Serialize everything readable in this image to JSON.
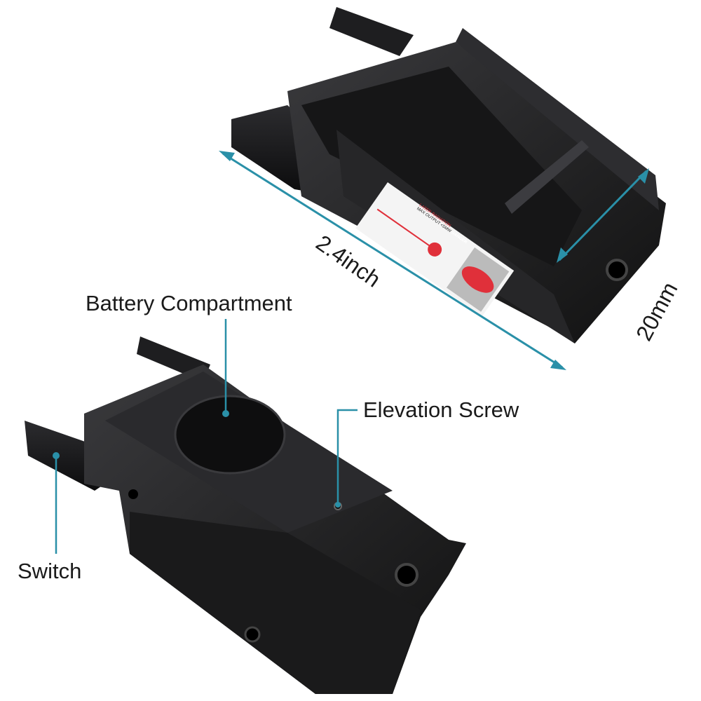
{
  "dimensions": {
    "length": "2.4inch",
    "width": "20mm"
  },
  "callouts": {
    "battery": "Battery Compartment",
    "elevation": "Elevation Screw",
    "switch": "Switch"
  },
  "product_label": {
    "warning": "DANGER",
    "output": "MAX OUTPUT <5MW",
    "radiation": "LASER RADIATION"
  },
  "colors": {
    "accent": "#2a90a8",
    "body": "#1c1c1e",
    "label_red": "#e0303a"
  }
}
